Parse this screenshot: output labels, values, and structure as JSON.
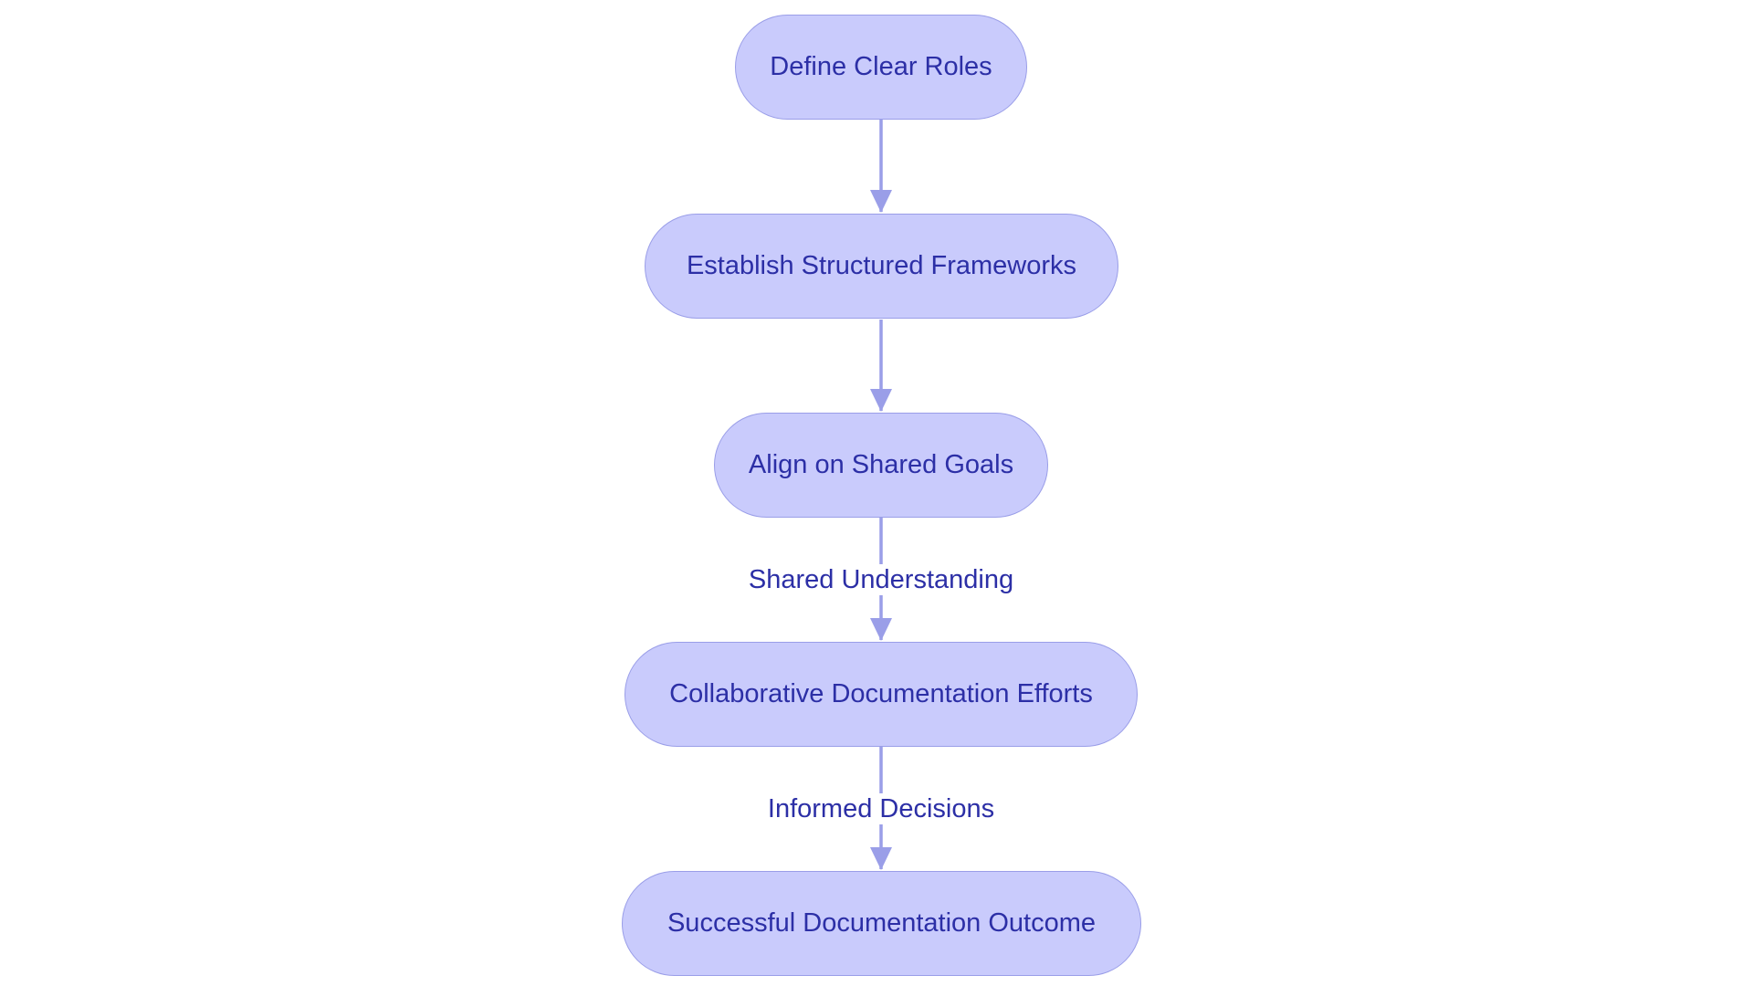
{
  "diagram": {
    "nodes": [
      {
        "id": "n1",
        "label": "Define Clear Roles"
      },
      {
        "id": "n2",
        "label": "Establish Structured Frameworks"
      },
      {
        "id": "n3",
        "label": "Align on Shared Goals"
      },
      {
        "id": "n4",
        "label": "Collaborative Documentation Efforts"
      },
      {
        "id": "n5",
        "label": "Successful Documentation Outcome"
      }
    ],
    "edges": [
      {
        "from": "n1",
        "to": "n2",
        "label": ""
      },
      {
        "from": "n2",
        "to": "n3",
        "label": ""
      },
      {
        "from": "n3",
        "to": "n4",
        "label": "Shared Understanding"
      },
      {
        "from": "n4",
        "to": "n5",
        "label": "Informed Decisions"
      }
    ],
    "colors": {
      "node_fill": "#c9cbfc",
      "node_border": "#9a9ee8",
      "text": "#2c2fa6",
      "edge": "#9a9ee8"
    }
  }
}
